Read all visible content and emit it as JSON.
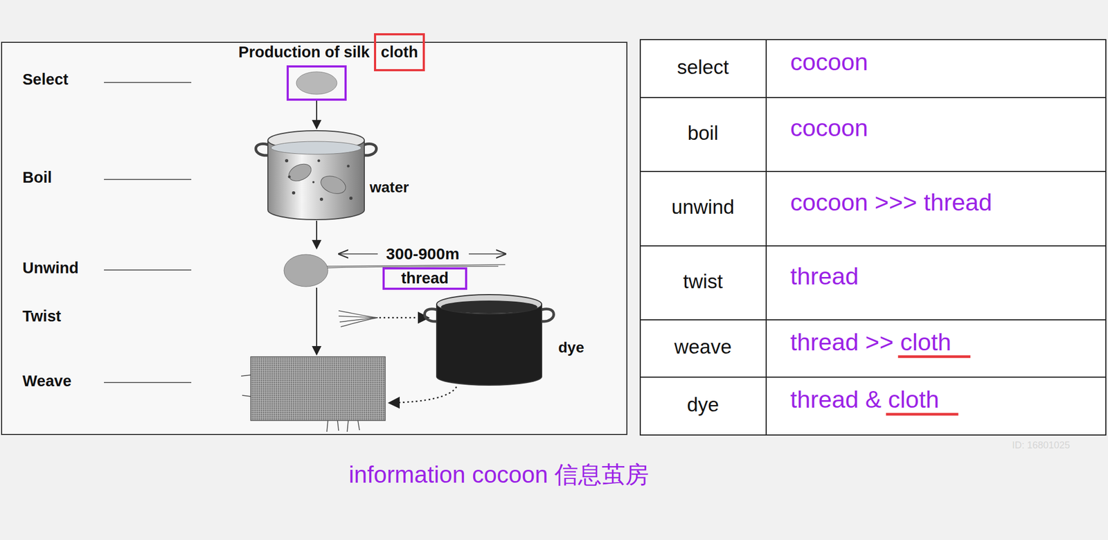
{
  "diagram": {
    "caption": "information cocoon 信息茧房",
    "nodes": [
      {
        "text": [
          "cloth"
        ]
      },
      {
        "text": [
          "thread"
        ]
      }
    ],
    "labels": [
      "Production of silk",
      "Select",
      "Boil",
      "Unwind",
      "Twist",
      "Weave",
      "water",
      "300-900m",
      "dye",
      "select",
      "cocoon",
      "boil",
      "cocoon",
      "unwind",
      "cocoon >>> thread",
      "twist",
      "thread",
      "weave",
      "thread >> cloth",
      "dye",
      "thread & cloth",
      "ID: 16801025"
    ]
  }
}
